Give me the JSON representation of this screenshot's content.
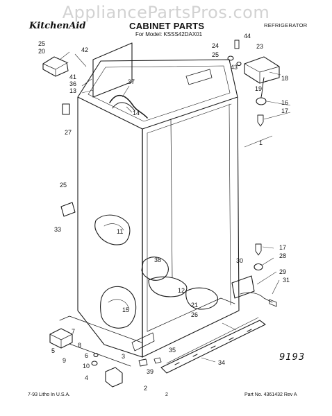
{
  "watermark": "AppliancePartsPros.com",
  "header": {
    "brand": "KitchenAid",
    "title": "CABINET PARTS",
    "model_line": "For Model: KSSS42DAX01",
    "category": "REFRIGERATOR"
  },
  "callouts": {
    "n1": "1",
    "n2": "2",
    "n3": "3",
    "n4": "4",
    "n5": "5",
    "n6": "6",
    "n7": "7",
    "n8": "8",
    "n9": "9",
    "n10": "10",
    "n11": "11",
    "n12": "12",
    "n13": "13",
    "n14": "14",
    "n15": "15",
    "n16": "16",
    "n17a": "17",
    "n17b": "17",
    "n18": "18",
    "n19": "19",
    "n20": "20",
    "n21": "21",
    "n23": "23",
    "n24": "24",
    "n25a": "25",
    "n25b": "25",
    "n25c": "25",
    "n26": "26",
    "n27": "27",
    "n28": "28",
    "n29": "29",
    "n30": "30",
    "n31": "31",
    "n33": "33",
    "n34": "34",
    "n35": "35",
    "n36": "36",
    "n37": "37",
    "n38": "38",
    "n39": "39",
    "n41": "41",
    "n42": "42",
    "n43": "43",
    "n44": "44"
  },
  "handwritten_note": "9193",
  "footer": {
    "left": "7-93 Litho In U.S.A.",
    "page": "2",
    "right": "Part No. 4361432 Rev A"
  }
}
